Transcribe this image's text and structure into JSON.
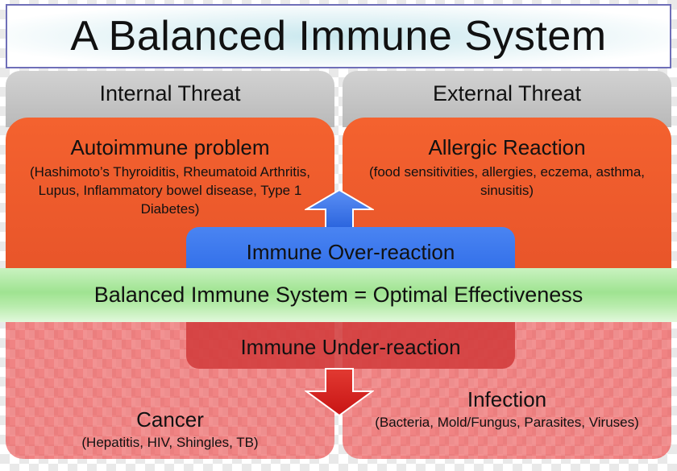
{
  "title": "A Balanced Immune System",
  "threats": {
    "internal": "Internal Threat",
    "external": "External Threat"
  },
  "over_reaction": {
    "autoimmune": {
      "title": "Autoimmune problem",
      "detail": "(Hashimoto’s Thyroiditis, Rheumatoid Arthritis, Lupus, Inflammatory bowel disease, Type 1 Diabetes)"
    },
    "allergic": {
      "title": "Allergic Reaction",
      "detail": "(food sensitivities, allergies, eczema, asthma, sinusitis)"
    },
    "label": "Immune Over-reaction"
  },
  "balanced": "Balanced Immune System = Optimal Effectiveness",
  "under_reaction": {
    "label": "Immune Under-reaction",
    "cancer": {
      "title": "Cancer",
      "detail": "(Hepatitis, HIV, Shingles, TB)"
    },
    "infection": {
      "title": "Infection",
      "detail": "(Bacteria, Mold/Fungus, Parasites, Viruses)"
    }
  },
  "colors": {
    "over_orange": "#f05a2c",
    "over_blue": "#2f6de8",
    "balanced_green": "#a8e69a",
    "under_red": "#e25a5a",
    "arrow_blue": "#2d6be6",
    "arrow_red": "#d9201c"
  },
  "icons": {
    "up_arrow": "up-arrow-icon",
    "down_arrow": "down-arrow-icon"
  }
}
